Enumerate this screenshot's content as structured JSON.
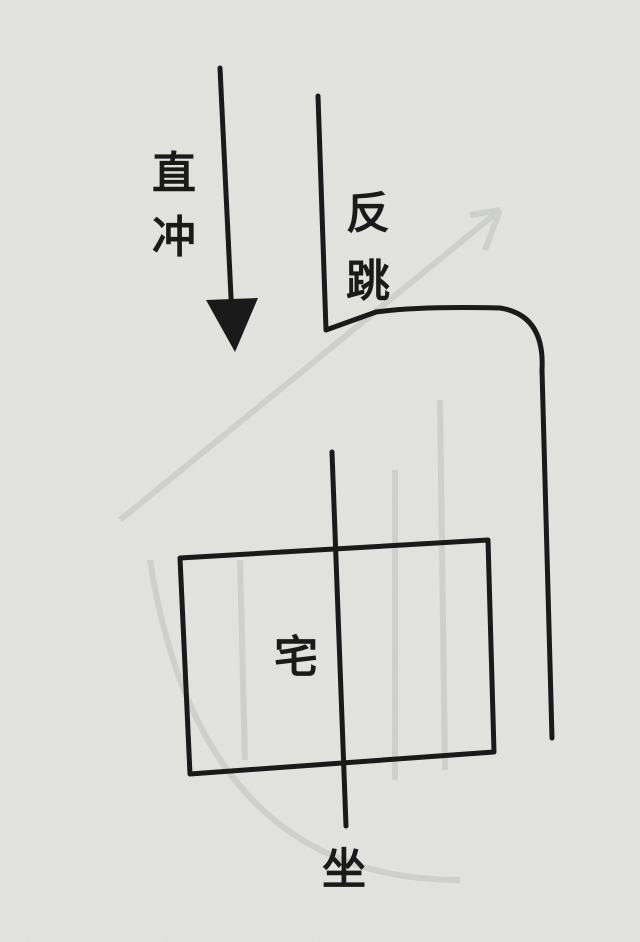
{
  "labels": {
    "direct_rush": [
      "直",
      "冲"
    ],
    "rebound": [
      "反",
      "跳"
    ],
    "house": "宅",
    "sit": "坐"
  },
  "colors": {
    "paper": "#e6e6e2",
    "ink": "#1a1a1a",
    "ghost": "#c9ccc9"
  }
}
